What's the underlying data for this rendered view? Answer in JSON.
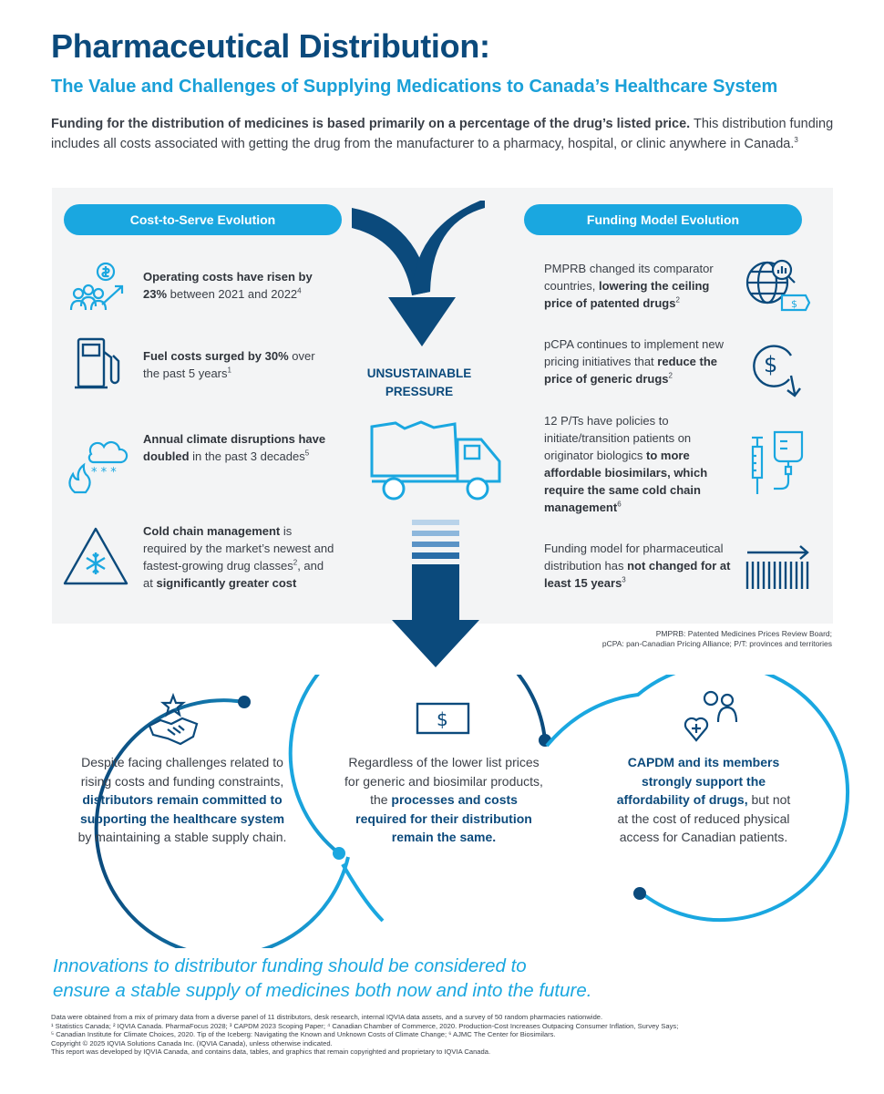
{
  "header": {
    "title": "Pharmaceutical Distribution:",
    "subtitle": "The Value and Challenges of Supplying Medications to Canada’s Healthcare System",
    "intro_bold": "Funding for the distribution of medicines is based  primarily on a percentage of the drug’s listed price.",
    "intro_rest": " This distribution funding includes all costs associated with getting the drug from the manufacturer to a pharmacy, hospital, or clinic anywhere in Canada.",
    "intro_sup": "3"
  },
  "left": {
    "heading": "Cost-to-Serve Evolution",
    "items": [
      {
        "icon": "people-dollar-growth-icon",
        "bold": "Operating costs have risen by 23%",
        "rest": " between 2021 and 2022",
        "sup": "4"
      },
      {
        "icon": "fuel-pump-icon",
        "bold": "Fuel costs surged by 30%",
        "rest": " over the past 5 years",
        "sup": "1"
      },
      {
        "icon": "climate-disruption-icon",
        "bold": "Annual climate disruptions have doubled",
        "rest": " in the past 3 decades",
        "sup": "5"
      },
      {
        "icon": "cold-chain-warning-icon",
        "bold": "Cold chain management",
        "rest": " is required by the market’s newest and fastest-growing drug classes",
        "sup": "2",
        "rest2": ", and at ",
        "bold2": "significantly greater cost"
      }
    ]
  },
  "center": {
    "pressure_line1": "UNSUSTAINABLE",
    "pressure_line2": "PRESSURE"
  },
  "right": {
    "heading": "Funding Model Evolution",
    "items": [
      {
        "icon": "globe-price-search-icon",
        "text": "PMPRB changed its comparator countries, ",
        "bold": "lowering the ceiling price of patented drugs",
        "sup": "2"
      },
      {
        "icon": "dollar-decrease-icon",
        "text": "pCPA continues to implement new pricing initiatives that ",
        "bold": "reduce the price of generic drugs",
        "sup": "2"
      },
      {
        "icon": "syringe-iv-bag-icon",
        "text": "12 P/Ts have policies to initiate/transition patients on originator biologics ",
        "bold": "to more affordable biosimilars, which require the same cold chain management",
        "sup": "6"
      },
      {
        "icon": "barcode-arrow-icon",
        "text": "Funding model for pharmaceutical distribution has ",
        "bold": "not changed for at least 15 years",
        "sup": "3"
      }
    ]
  },
  "abbreviations": {
    "line1": "PMPRB: Patented Medicines Prices Review Board;",
    "line2": "pCPA: pan-Canadian Pricing Alliance; P/T: provinces and territories"
  },
  "circles": [
    {
      "icon": "handshake-star-icon",
      "t1": "Despite facing challenges related to rising costs and funding constraints, ",
      "b1": "distributors remain committed to supporting the healthcare system",
      "t2": " by maintaining a stable supply chain."
    },
    {
      "icon": "dollar-bill-icon",
      "t1": "Regardless of the lower list prices for generic and biosimilar products, the ",
      "b1": "processes and costs required for their distribution remain the same.",
      "t2": ""
    },
    {
      "icon": "people-heart-care-icon",
      "t1": "",
      "b1": "CAPDM and its members strongly support the affordability of drugs,",
      "t2": " but not at the cost of reduced physical access for Canadian patients."
    }
  ],
  "closing": {
    "line1": "Innovations to distributor funding should be considered to",
    "line2": "ensure a stable supply of medicines both now and into the future."
  },
  "footnotes": [
    "Data were obtained from a mix of primary data from a diverse panel of 11 distributors, desk research, internal IQVIA data assets, and a survey of 50 random pharmacies nationwide.",
    "¹ Statistics Canada; ² IQVIA Canada. PharmaFocus 2028; ³ CAPDM 2023 Scoping Paper; ⁴ Canadian Chamber of Commerce, 2020. Production-Cost Increases Outpacing Consumer Inflation, Survey Says;",
    "⁵ Canadian Institute for Climate Choices, 2020. Tip of the Iceberg: Navigating the Known and Unknown Costs of Climate Change; ⁶ AJMC The Center for Biosimilars.",
    "Copyright © 2025 IQVIA Solutions Canada Inc. (IQVIA Canada), unless otherwise indicated.",
    "This report was developed by IQVIA Canada, and contains data, tables, and graphics that remain copyrighted and proprietary to IQVIA Canada."
  ],
  "colors": {
    "navy": "#0b4a7c",
    "blue": "#1aa7e0",
    "panel": "#f3f4f5"
  }
}
